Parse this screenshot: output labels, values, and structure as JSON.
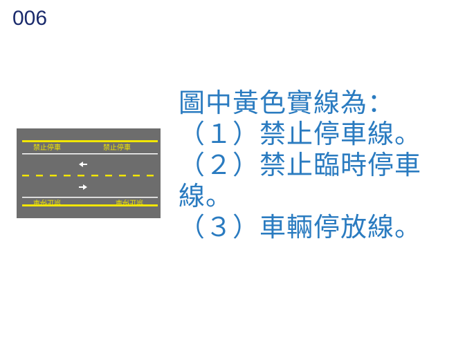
{
  "question_number": "006",
  "road_sign_text": "禁止停車",
  "colors": {
    "text": "#2a7bc0",
    "number": "#1a2a6c",
    "road": "#6d6d6d",
    "yellow": "#f2e600"
  },
  "question": {
    "lines": [
      "圖中黃色實線為：",
      "（１）禁止停車線。",
      "（２）禁止臨時停車",
      "線。",
      "（３）車輛停放線。"
    ]
  }
}
